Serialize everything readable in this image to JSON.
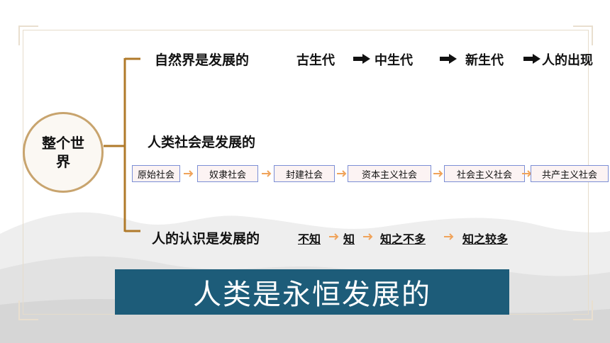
{
  "center": {
    "title_line1": "整个世",
    "title_line2": "界"
  },
  "nature": {
    "label": "自然界是发展的",
    "stages": [
      "古生代",
      "中生代",
      "新生代",
      "人的出现"
    ]
  },
  "society": {
    "label": "人类社会是发展的",
    "stages": [
      "原始社会",
      "奴隶社会",
      "封建社会",
      "资本主义社会",
      "社会主义社会",
      "共产主义社会"
    ]
  },
  "cognition": {
    "label": "人的认识是发展的",
    "stages": [
      "不知",
      "知",
      "知之不多",
      "知之较多"
    ]
  },
  "banner": {
    "text": "人类是永恒发展的"
  },
  "colors": {
    "bracket": "#b07a2a",
    "circle_border": "#c8a46e",
    "arrow_orange": "#f0a35a",
    "box_border": "#7c8fd6",
    "banner_bg": "#1d5c79"
  }
}
